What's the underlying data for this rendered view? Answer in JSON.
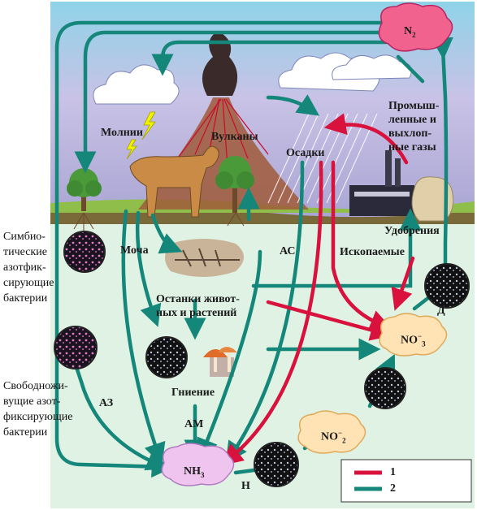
{
  "labels": {
    "n2": "N",
    "n2_sub": "2",
    "lightning": "Молнии",
    "volcanoes": "Вулканы",
    "precipitation": "Осадки",
    "industrial_1": "Промыш-",
    "industrial_2": "ленные и",
    "industrial_3": "выхлоп-",
    "industrial_4": "ные газы",
    "fertilizers": "Удобрения",
    "fossils": "Ископаемые",
    "urine": "Моча",
    "ac": "АС",
    "remains_1": "Останки живот-",
    "remains_2": "ных и растений",
    "decay": "Гниение",
    "am": "АМ",
    "az": "АЗ",
    "nh3": "NH",
    "nh3_sub": "3",
    "n": "Н",
    "no2": "NO",
    "no2_sup": "−",
    "no2_sub": "2",
    "no3": "NO",
    "no3_sup": "−",
    "no3_sub": "3",
    "d": "Д",
    "symbiotic_1": "Симбио-",
    "symbiotic_2": "тические",
    "symbiotic_3": "азотфик-",
    "symbiotic_4": "сирующие",
    "symbiotic_5": "бактерии",
    "freeliving_1": "Свободножи-",
    "freeliving_2": "вущие азот-",
    "freeliving_3": "фиксирующие",
    "freeliving_4": "бактерии",
    "legend_1": "1",
    "legend_2": "2"
  },
  "colors": {
    "red_arrow": "#d8123c",
    "teal_arrow": "#14877a",
    "nh3_fill": "#efc4ee",
    "n2_fill": "#f2628e",
    "no_fill": "#ffe3b5",
    "ground_fill": "#dff2e3",
    "sky_fill": "#b6bfe6"
  }
}
